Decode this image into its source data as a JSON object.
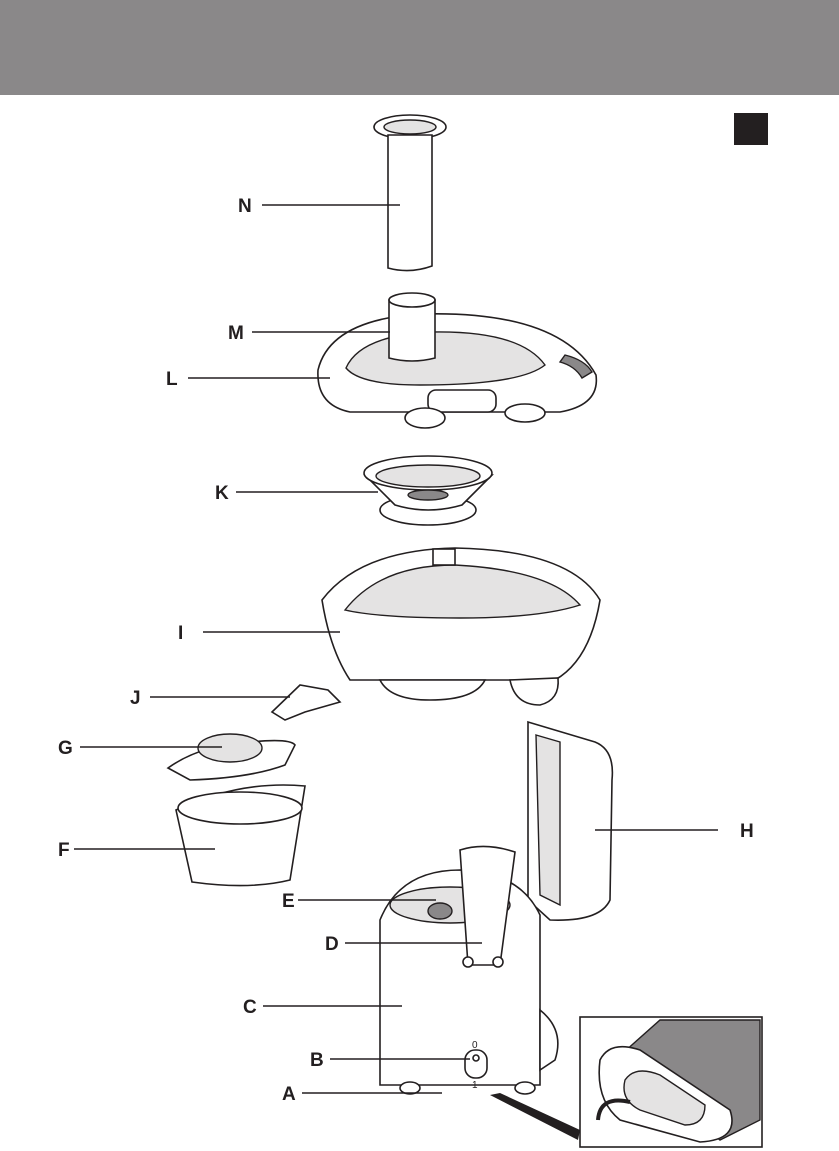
{
  "labels": {
    "A": "A",
    "B": "B",
    "C": "C",
    "D": "D",
    "E": "E",
    "F": "F",
    "G": "G",
    "H": "H",
    "I": "I",
    "J": "J",
    "K": "K",
    "L": "L",
    "M": "M",
    "N": "N"
  },
  "switch": {
    "off": "0",
    "on": "1"
  },
  "colors": {
    "header": "#8a8889",
    "ink": "#231f20"
  }
}
